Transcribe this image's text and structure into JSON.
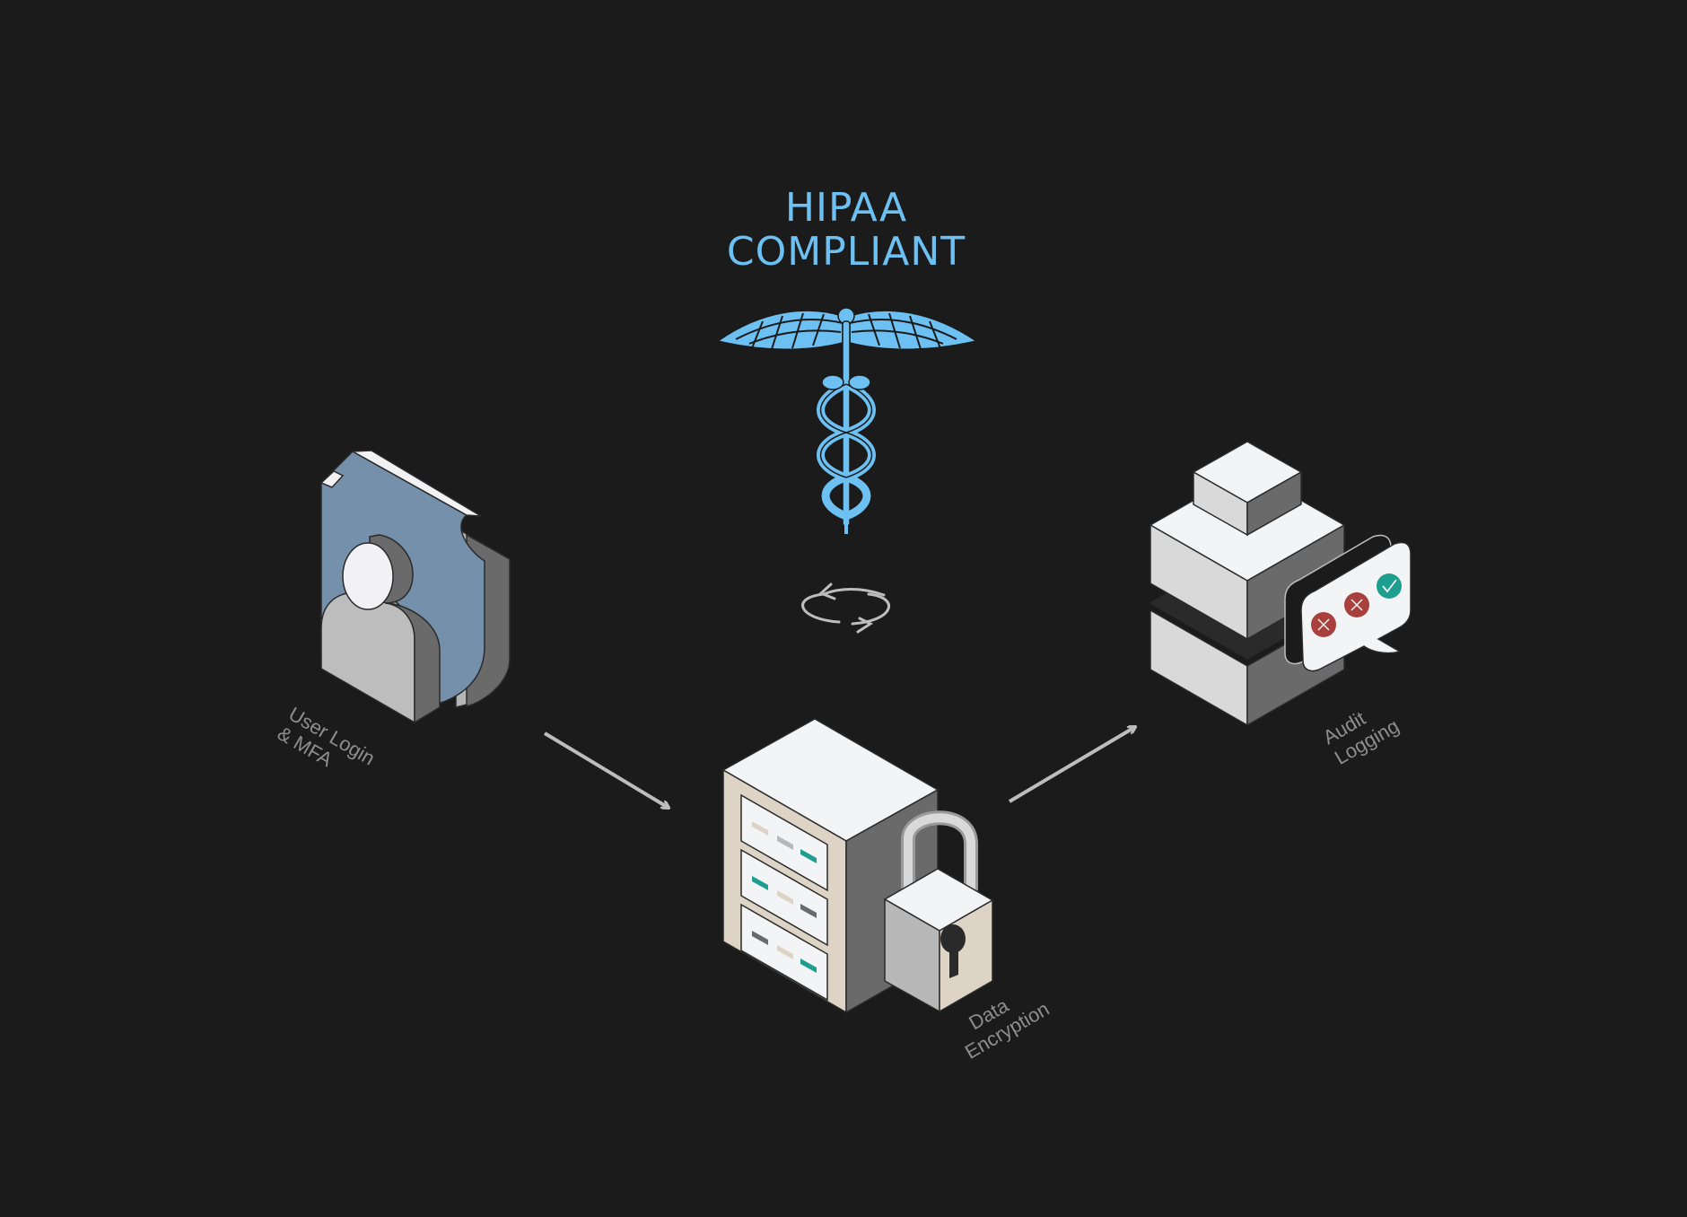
{
  "title": {
    "line1": "HIPAA",
    "line2": "COMPLIANT"
  },
  "labels": {
    "user_login": {
      "line1": "User Login",
      "line2": "& MFA"
    },
    "data_encryption": {
      "line1": "Data",
      "line2": "Encryption"
    },
    "audit_logging": {
      "line1": "Audit",
      "line2": "Logging"
    }
  },
  "icons": {
    "center_emblem": "caduceus-icon",
    "cycle": "refresh-cycle-icon",
    "user": "user-shield-icon",
    "server": "server-lock-icon",
    "audit": "audit-log-icon",
    "result_1": "x-mark-icon",
    "result_2": "x-mark-icon",
    "result_3": "check-mark-icon"
  },
  "colors": {
    "background": "#1b1b1b",
    "accent": "#6cc0f2",
    "shield": "#7490ab",
    "teal": "#1d9e8f",
    "red": "#a8413d",
    "label": "#8e8e8e",
    "arrow": "#bdbdbd"
  }
}
